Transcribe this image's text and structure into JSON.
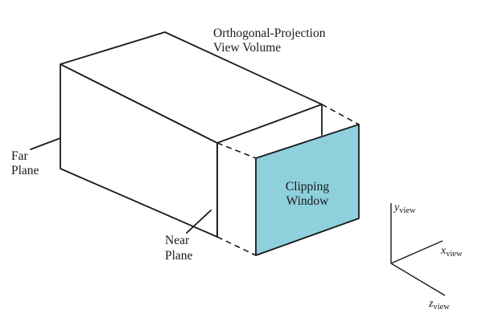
{
  "labels": {
    "volume_line1": "Orthogonal-Projection",
    "volume_line2": "View Volume",
    "far_line1": "Far",
    "far_line2": "Plane",
    "near_line1": "Near",
    "near_line2": "Plane",
    "window_line1": "Clipping",
    "window_line2": "Window"
  },
  "axes": {
    "y": {
      "main": "y",
      "sub": "view"
    },
    "x": {
      "main": "x",
      "sub": "view"
    },
    "z": {
      "main": "z",
      "sub": "view"
    }
  },
  "colors": {
    "clipping_window": "#8fd0dd",
    "line": "#1a1a1a"
  }
}
